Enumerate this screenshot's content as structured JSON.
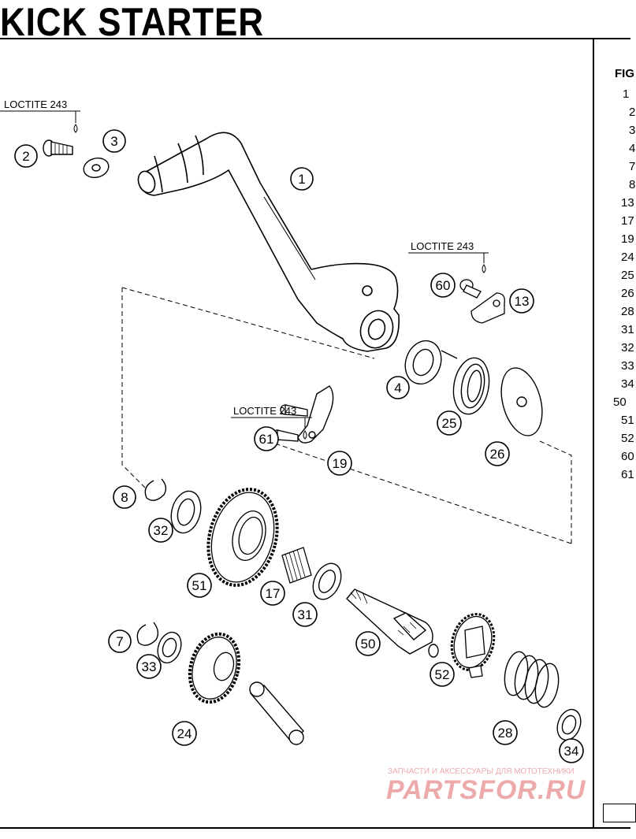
{
  "title": "KICK STARTER",
  "parts_list": {
    "header": "FIG",
    "rows": [
      "1",
      "2",
      "3",
      "4",
      "7",
      "8",
      "13",
      "17",
      "19",
      "24",
      "25",
      "26",
      "28",
      "31",
      "32",
      "33",
      "34",
      "50",
      "51",
      "52",
      "60",
      "61"
    ]
  },
  "loctite_labels": [
    "LOCTITE 243",
    "LOCTITE 243",
    "LOCTITE 243"
  ],
  "callouts": [
    "1",
    "2",
    "3",
    "4",
    "7",
    "8",
    "13",
    "17",
    "19",
    "24",
    "25",
    "26",
    "28",
    "31",
    "32",
    "33",
    "34",
    "50",
    "51",
    "52",
    "60",
    "61"
  ],
  "watermark": {
    "tagline": "ЗАПЧАСТИ И АКСЕССУАРЫ ДЛЯ МОТОТЕХНИКИ",
    "brand": "PARTSFOR.RU",
    "color": "#d64545"
  }
}
